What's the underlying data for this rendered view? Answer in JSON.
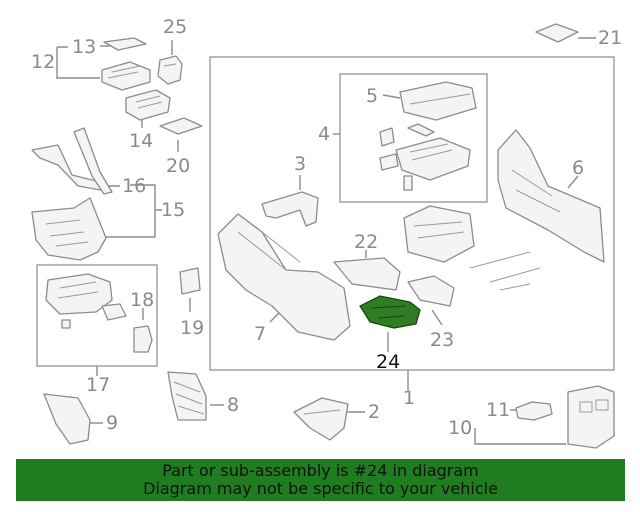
{
  "callouts": {
    "c1": "1",
    "c2": "2",
    "c3": "3",
    "c4": "4",
    "c5": "5",
    "c6": "6",
    "c7": "7",
    "c8": "8",
    "c9": "9",
    "c10": "10",
    "c11": "11",
    "c12": "12",
    "c13": "13",
    "c14": "14",
    "c15": "15",
    "c16": "16",
    "c17": "17",
    "c18": "18",
    "c19": "19",
    "c20": "20",
    "c21": "21",
    "c22": "22",
    "c23": "23",
    "c24": "24",
    "c25": "25"
  },
  "highlighted_part": "24",
  "colors": {
    "highlight": "#2e7d23",
    "banner": "#1f7d1f",
    "line": "#8c8c8c",
    "text_dark": "#111111"
  },
  "banner": {
    "line1": "Part or sub-assembly is #24 in diagram",
    "line2": "Diagram may not be specific to your vehicle"
  }
}
